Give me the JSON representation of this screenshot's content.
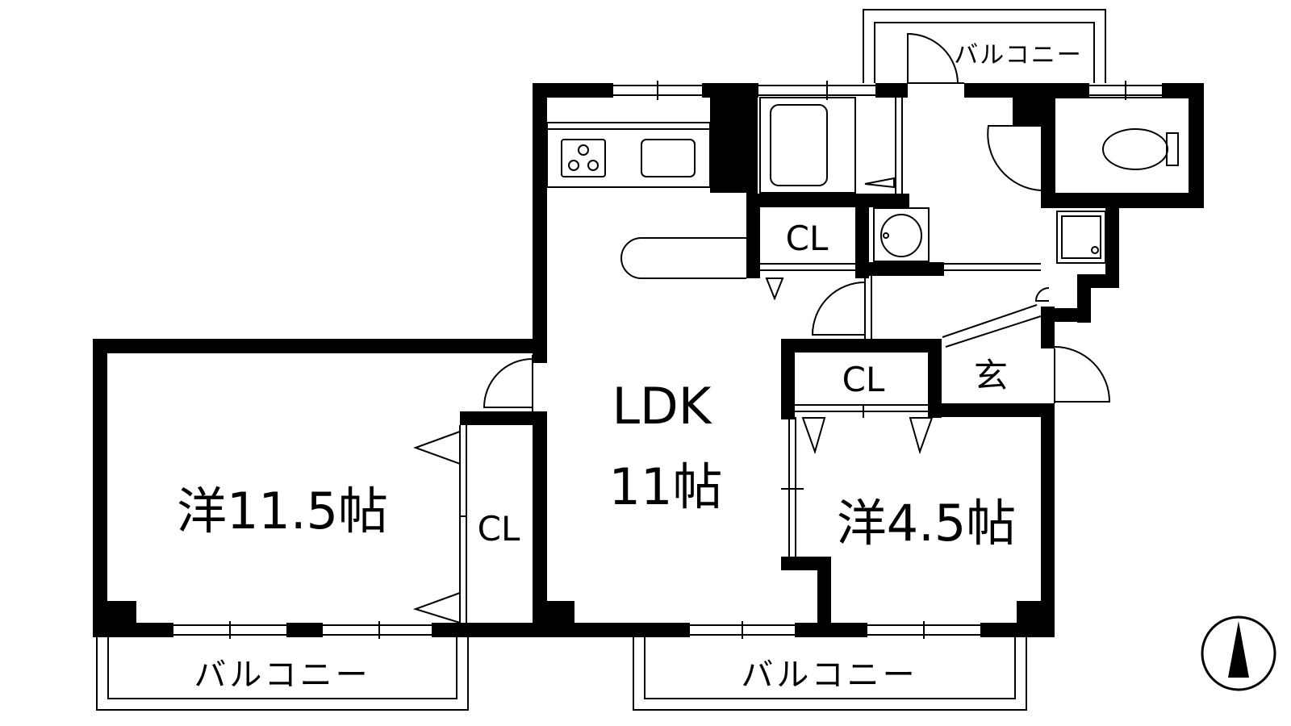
{
  "rooms": {
    "ldk": {
      "name": "LDK",
      "size": "11帖"
    },
    "western_large": {
      "label": "洋11.5帖"
    },
    "western_small": {
      "label": "洋4.5帖"
    },
    "entrance": {
      "label": "玄"
    }
  },
  "closets": {
    "cl_kitchen": "CL",
    "cl_hall": "CL",
    "cl_western_large": "CL"
  },
  "balconies": {
    "top": "バルコニー",
    "bottom_left": "バルコニー",
    "bottom_center": "バルコニー"
  }
}
